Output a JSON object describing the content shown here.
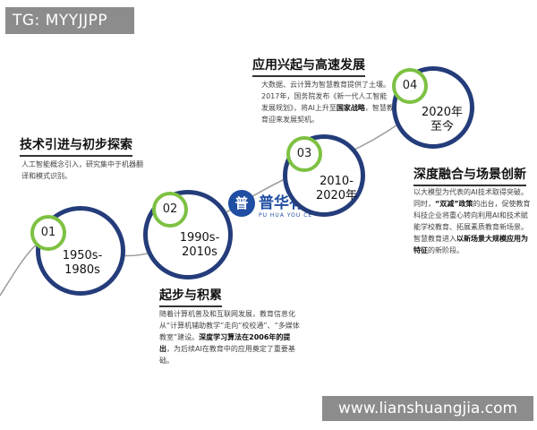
{
  "watermark": {
    "tag": "TG: MYYJJPP",
    "url": "www.lianshuangjia.com"
  },
  "logo": {
    "text": "普华有策",
    "sub": "PU HUA YOU CE",
    "mark": "普"
  },
  "stages": [
    {
      "number": "01",
      "era": "1950s-\n1980s",
      "heading": "技术引进与初步探索",
      "desc": "人工智能概念引入，研究集中于机器翻译和模式识别。"
    },
    {
      "number": "02",
      "era": "1990s-\n2010s",
      "heading": "起步与积累",
      "desc_parts": [
        "随着计算机普及和互联网发展，教育信息化从“计算机辅助教学”走向“校校通”、“多媒体教室”建设。",
        "深度学习算法在2006年的提出",
        "，为后续AI在教育中的应用奠定了重要基础。"
      ]
    },
    {
      "number": "03",
      "era": "2010-\n2020年",
      "heading": "应用兴起与高速发展",
      "desc_parts": [
        "大数据、云计算为智慧教育提供了土壤。2017年，国务院发布《新一代人工智能发展规划》，将AI上升至",
        "国家战略",
        "，智慧教育迎来发展契机。"
      ]
    },
    {
      "number": "04",
      "era": "2020年\n至今",
      "heading": "深度融合与场景创新",
      "desc_parts": [
        "以大模型为代表的AI技术取得突破。同时，",
        "“双减”政策",
        "的出台，促使教育科技企业将重心转向利用AI和技术赋能学校教育、拓展素质教育新场景。智慧教育进入",
        "以新场景大规模应用为特征",
        "的新阶段。"
      ]
    }
  ],
  "colors": {
    "ring": "#243c7a",
    "badge": "#7dc142",
    "curve": "#9a9a9a",
    "watermark_bg": "#8c8c8c"
  }
}
